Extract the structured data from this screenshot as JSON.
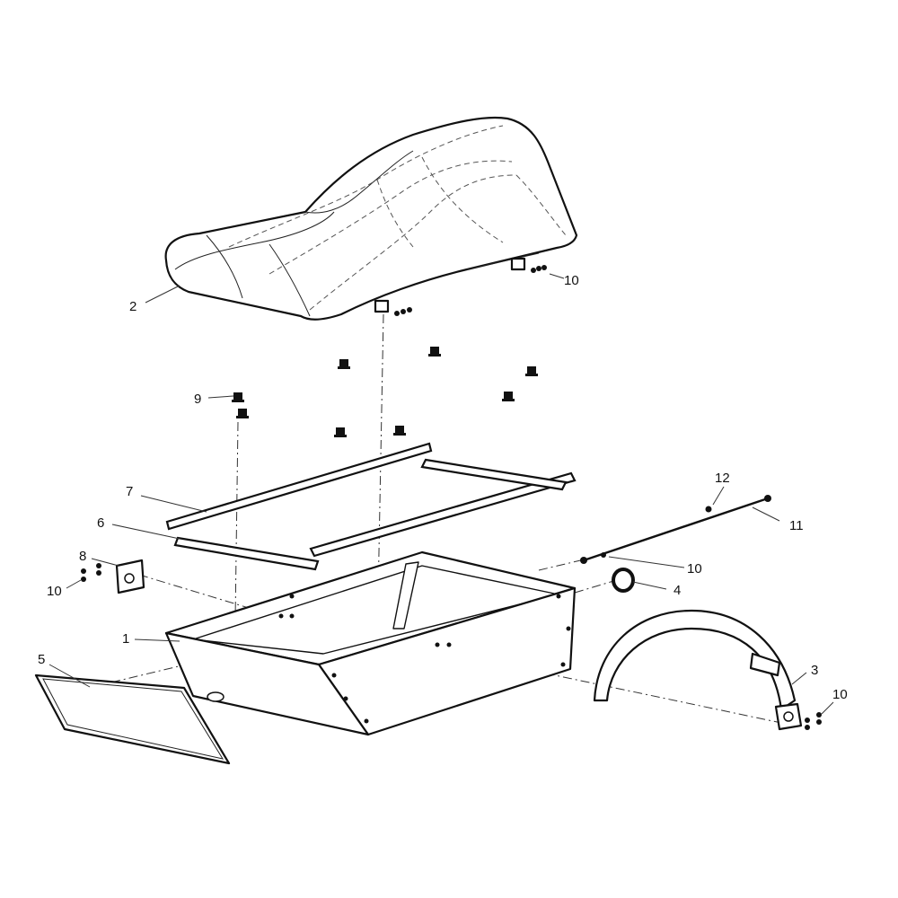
{
  "callouts": [
    {
      "id": "c1",
      "label": "1"
    },
    {
      "id": "c2",
      "label": "2"
    },
    {
      "id": "c3",
      "label": "3"
    },
    {
      "id": "c4",
      "label": "4"
    },
    {
      "id": "c5",
      "label": "5"
    },
    {
      "id": "c6",
      "label": "6"
    },
    {
      "id": "c7",
      "label": "7"
    },
    {
      "id": "c8",
      "label": "8"
    },
    {
      "id": "c9",
      "label": "9"
    },
    {
      "id": "c10a",
      "label": "10"
    },
    {
      "id": "c10b",
      "label": "10"
    },
    {
      "id": "c10c",
      "label": "10"
    },
    {
      "id": "c10d",
      "label": "10"
    },
    {
      "id": "c11",
      "label": "11"
    },
    {
      "id": "c12",
      "label": "12"
    }
  ]
}
